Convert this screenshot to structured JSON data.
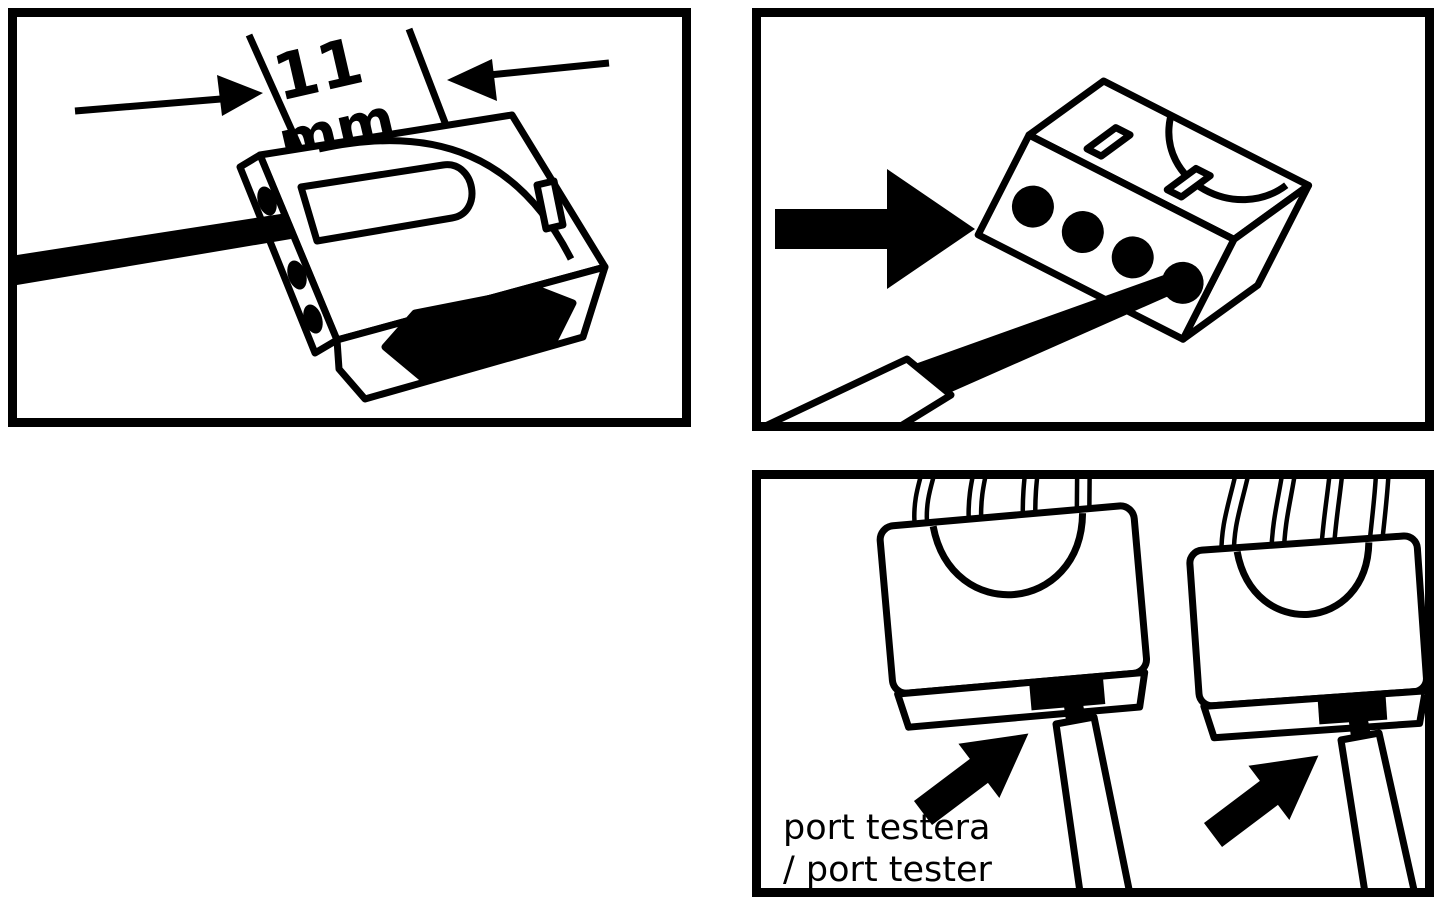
{
  "figure": {
    "background": "#ffffff",
    "line_color": "#000000",
    "panels": {
      "strip_length": {
        "name": "wire-strip-length-step",
        "measurement": {
          "value": "11",
          "unit": "mm"
        }
      },
      "tool_release": {
        "name": "screwdriver-release-step"
      },
      "tester_ports": {
        "name": "tester-port-step",
        "caption_line1": "port testera",
        "caption_line2": "/ port tester"
      }
    }
  }
}
